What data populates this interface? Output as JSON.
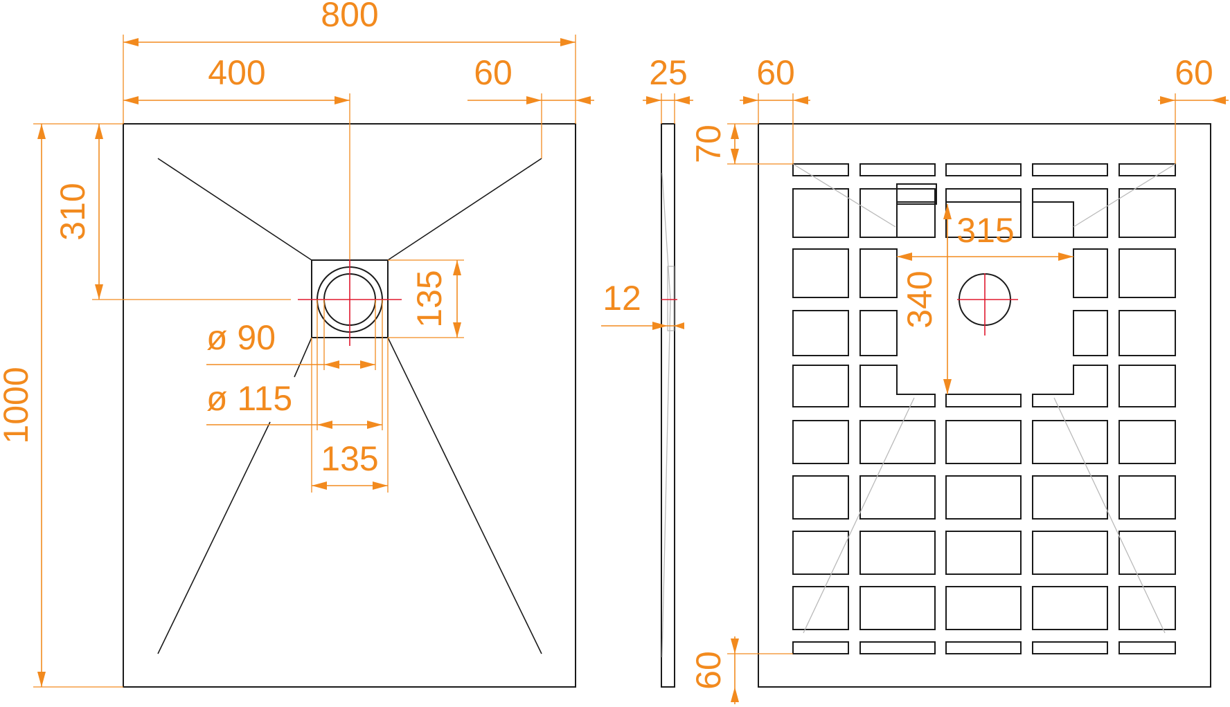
{
  "colors": {
    "dimension": "#f28a1e",
    "outline": "#1a1a1a",
    "centerline": "#e0182d",
    "hidden": "#b9b9b9",
    "background": "#ffffff"
  },
  "dimensions": {
    "total_width": "800",
    "drain_offset_x": "400",
    "edge_right": "60",
    "drain_offset_y": "310",
    "total_length": "1000",
    "drain_box_height": "135",
    "drain_inner_dia": "ø 90",
    "drain_outer_dia": "ø 115",
    "drain_box_width": "135",
    "thickness": "25",
    "drain_thickness": "12",
    "rib_left": "60",
    "rib_right": "60",
    "rib_top": "70",
    "rib_bottom": "60",
    "recess_width": "315",
    "recess_height": "340"
  }
}
